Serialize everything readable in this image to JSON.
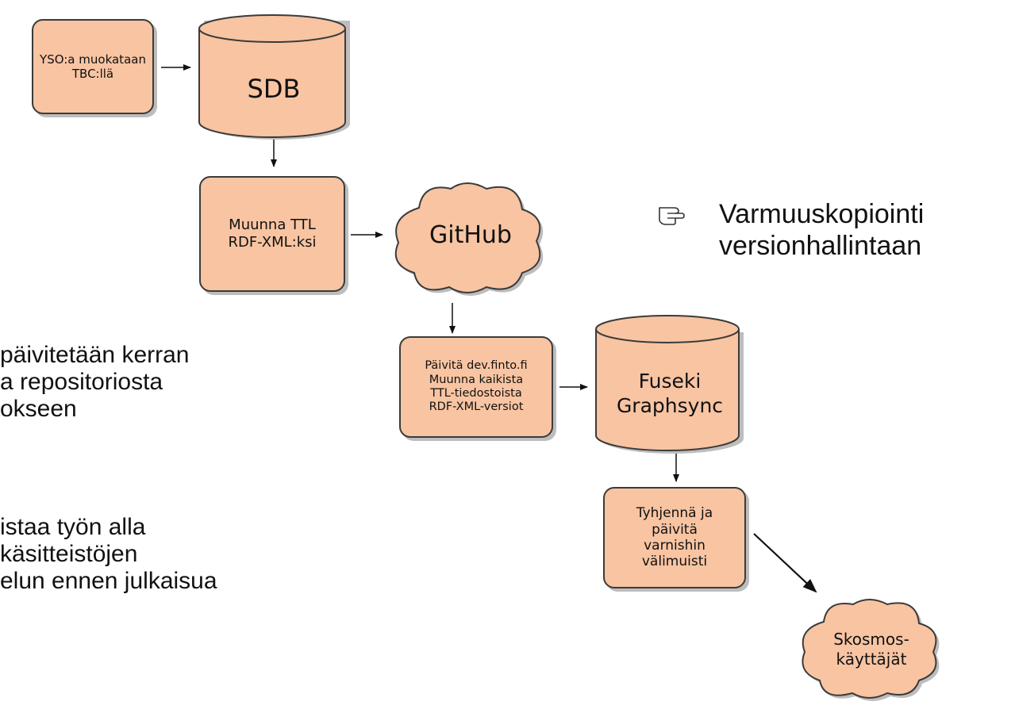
{
  "nodes": {
    "tbc": "YSO:a muokataan\nTBC:llä",
    "sdb": "SDB",
    "convert": "Muunna TTL\nRDF-XML:ksi",
    "github": "GitHub",
    "update": "Päivitä dev.finto.fi\nMuunna kaikista\nTTL-tiedostoista\nRDF-XML-versiot",
    "fuseki": "Fuseki\nGraphsync",
    "varnish": "Tyhjennä ja\npäivitä\nvarnishin\nvälimuisti",
    "skosmos": "Skosmos-\nkäyttäjät"
  },
  "notes": {
    "backup_icon": "pointing-hand-icon",
    "backup": "Varmuuskopiointi\nversionhallintaan",
    "left_1": "päivitetään kerran\na repositoriosta\nokseen",
    "left_2": "istaa työn alla\nkäsitteistöjen\nelun ennen julkaisua"
  },
  "colors": {
    "fill": "#f8c4a2",
    "stroke": "#3b3b3b",
    "shadow": "#bdbdbd"
  }
}
